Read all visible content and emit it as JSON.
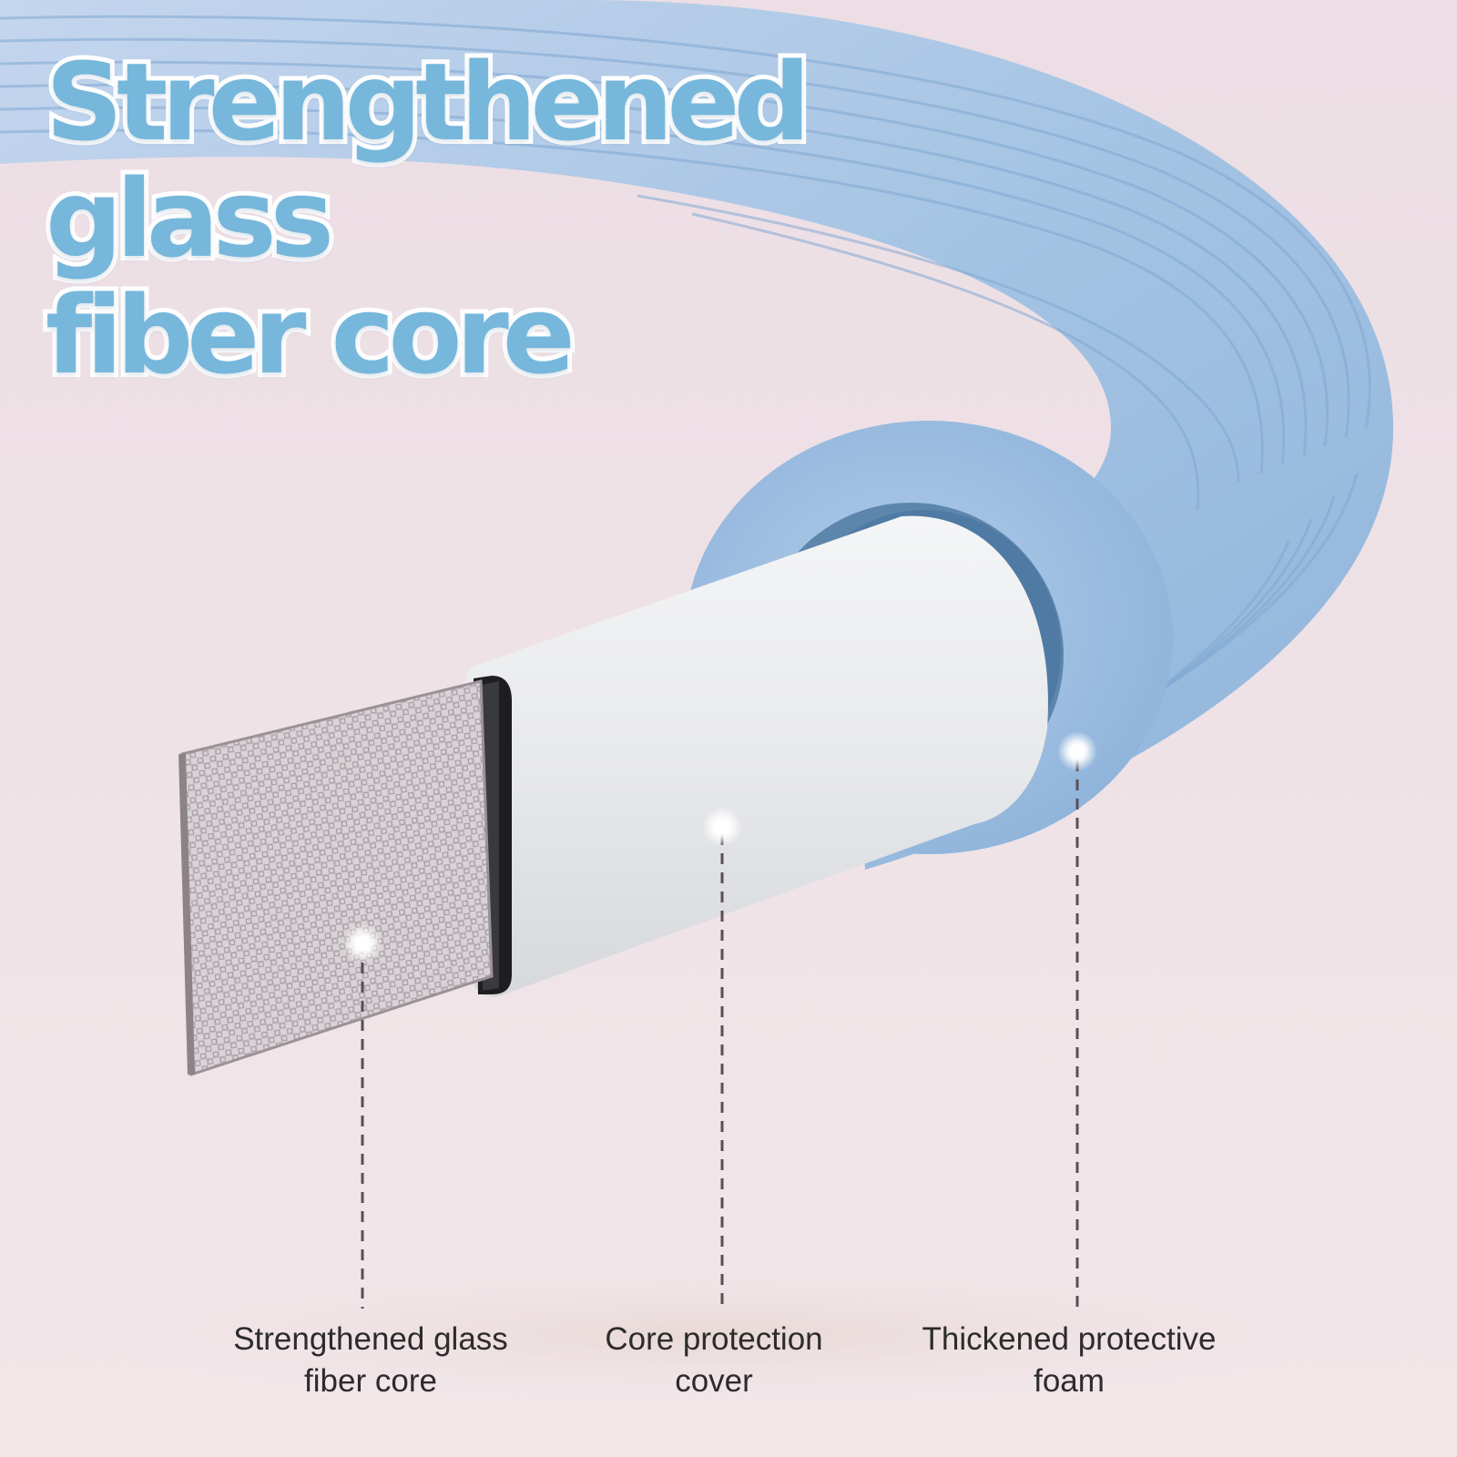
{
  "headline": {
    "line1": "Strengthened glass",
    "line2": "fiber core"
  },
  "callouts": [
    {
      "line1": "Strengthened glass",
      "line2": "fiber core"
    },
    {
      "line1": "Core protection",
      "line2": "cover"
    },
    {
      "line1": "Thickened protective",
      "line2": "foam"
    }
  ],
  "colors": {
    "background": "#efe2e6",
    "foam": "#9cc0e0",
    "headline": "#76b7db",
    "cover": "#e7e8ea",
    "label_text": "#2d2b2c"
  },
  "icons": [
    "callout-dot-icon",
    "dashed-leader-line"
  ]
}
